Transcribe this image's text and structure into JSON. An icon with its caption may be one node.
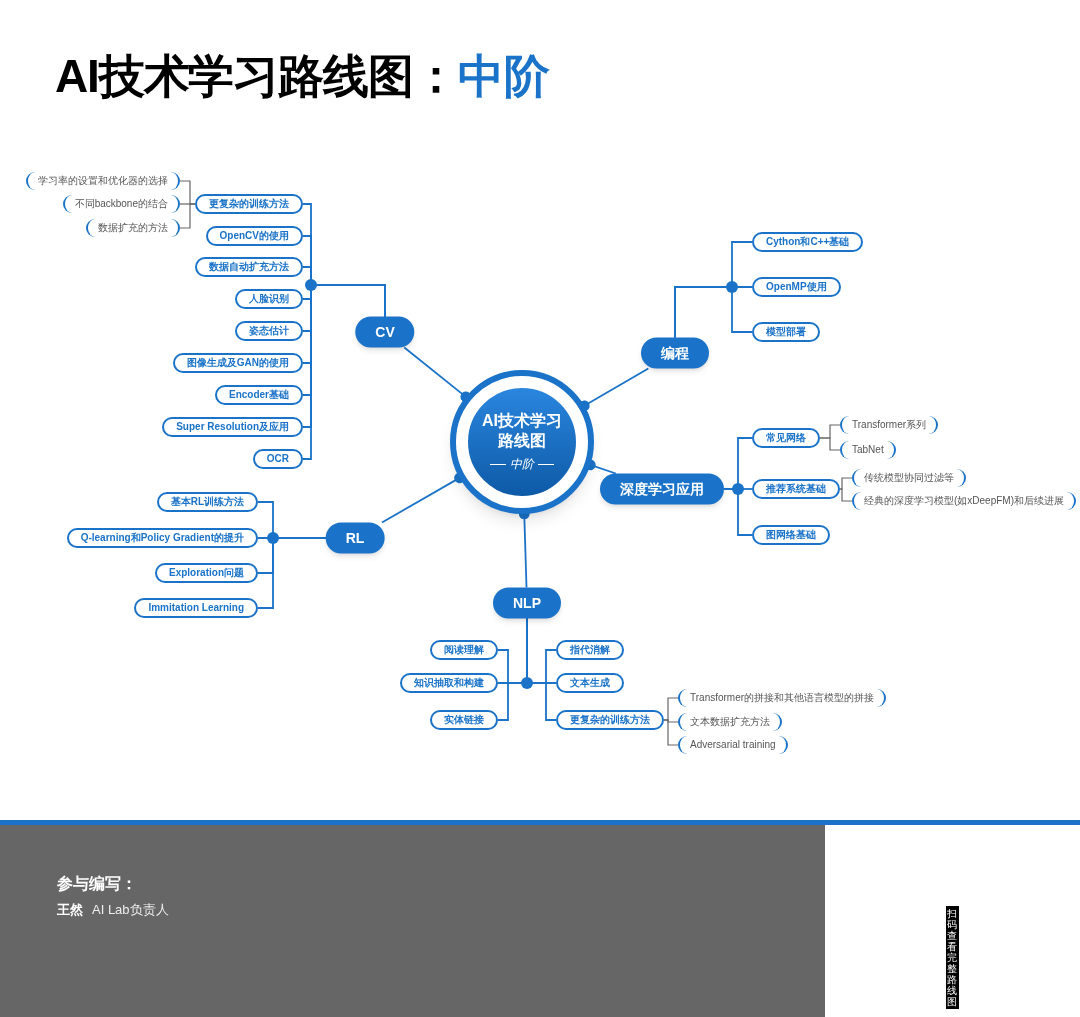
{
  "diagram": {
    "title": "AI技术学习路线图：",
    "nodes": [
      {
        "text": [
          "AI技术学习路线图",
          "中阶"
        ]
      },
      {
        "text": [
          "CV"
        ]
      },
      {
        "text": [
          "编程"
        ]
      },
      {
        "text": [
          "深度学习应用"
        ]
      },
      {
        "text": [
          "RL"
        ]
      },
      {
        "text": [
          "NLP"
        ]
      },
      {
        "text": [
          "更复杂的训练方法"
        ]
      },
      {
        "text": [
          "学习率的设置和优化器的选择"
        ]
      },
      {
        "text": [
          "不同backbone的结合"
        ]
      },
      {
        "text": [
          "数据扩充的方法"
        ]
      },
      {
        "text": [
          "OpenCV的使用"
        ]
      },
      {
        "text": [
          "数据自动扩充方法"
        ]
      },
      {
        "text": [
          "人脸识别"
        ]
      },
      {
        "text": [
          "姿态估计"
        ]
      },
      {
        "text": [
          "图像生成及GAN的使用"
        ]
      },
      {
        "text": [
          "Encoder基础"
        ]
      },
      {
        "text": [
          "Super Resolution及应用"
        ]
      },
      {
        "text": [
          "OCR"
        ]
      },
      {
        "text": [
          "Cython和C++基础"
        ]
      },
      {
        "text": [
          "OpenMP使用"
        ]
      },
      {
        "text": [
          "模型部署"
        ]
      },
      {
        "text": [
          "常见网络"
        ]
      },
      {
        "text": [
          "Transformer系列"
        ]
      },
      {
        "text": [
          "TabNet"
        ]
      },
      {
        "text": [
          "推荐系统基础"
        ]
      },
      {
        "text": [
          "传统模型协同过滤等"
        ]
      },
      {
        "text": [
          "经典的深度学习模型(如xDeepFM)和后续进展"
        ]
      },
      {
        "text": [
          "图网络基础"
        ]
      },
      {
        "text": [
          "基本RL训练方法"
        ]
      },
      {
        "text": [
          "Q-learning和Policy Gradient的提升"
        ]
      },
      {
        "text": [
          "Exploration问题"
        ]
      },
      {
        "text": [
          "Immitation Learning"
        ]
      },
      {
        "text": [
          "阅读理解"
        ]
      },
      {
        "text": [
          "知识抽取和构建"
        ]
      },
      {
        "text": [
          "实体链接"
        ]
      },
      {
        "text": [
          "指代消解"
        ]
      },
      {
        "text": [
          "文本生成"
        ]
      },
      {
        "text": [
          "更复杂的训练方法"
        ]
      },
      {
        "text": [
          "Transformer的拼接和其他语言模型的拼接"
        ]
      },
      {
        "text": [
          "文本数据扩充方法"
        ]
      },
      {
        "text": [
          "Adversarial training"
        ]
      }
    ],
    "edges": [
      {
        "from": 0,
        "to": 1,
        "arrow": "other"
      },
      {
        "from": 0,
        "to": 2,
        "arrow": "other"
      },
      {
        "from": 0,
        "to": 3,
        "arrow": "other"
      },
      {
        "from": 0,
        "to": 4,
        "arrow": "other"
      },
      {
        "from": 0,
        "to": 5,
        "arrow": "other"
      },
      {
        "from": 1,
        "to": 6,
        "arrow": "none"
      },
      {
        "from": 1,
        "to": 10,
        "arrow": "none"
      },
      {
        "from": 1,
        "to": 11,
        "arrow": "none"
      },
      {
        "from": 1,
        "to": 12,
        "arrow": "none"
      },
      {
        "from": 1,
        "to": 13,
        "arrow": "none"
      },
      {
        "from": 1,
        "to": 14,
        "arrow": "none"
      },
      {
        "from": 1,
        "to": 15,
        "arrow": "none"
      },
      {
        "from": 1,
        "to": 16,
        "arrow": "none"
      },
      {
        "from": 1,
        "to": 17,
        "arrow": "none"
      },
      {
        "from": 6,
        "to": 7,
        "arrow": "none",
        "color": "#666666"
      },
      {
        "from": 6,
        "to": 8,
        "arrow": "none",
        "color": "#666666"
      },
      {
        "from": 6,
        "to": 9,
        "arrow": "none",
        "color": "#666666"
      },
      {
        "from": 2,
        "to": 18,
        "arrow": "none"
      },
      {
        "from": 2,
        "to": 19,
        "arrow": "none"
      },
      {
        "from": 2,
        "to": 20,
        "arrow": "none"
      },
      {
        "from": 3,
        "to": 21,
        "arrow": "none"
      },
      {
        "from": 3,
        "to": 24,
        "arrow": "none"
      },
      {
        "from": 3,
        "to": 27,
        "arrow": "none"
      },
      {
        "from": 21,
        "to": 22,
        "arrow": "none",
        "color": "#666666"
      },
      {
        "from": 21,
        "to": 23,
        "arrow": "none",
        "color": "#666666"
      },
      {
        "from": 24,
        "to": 25,
        "arrow": "none",
        "color": "#666666"
      },
      {
        "from": 24,
        "to": 26,
        "arrow": "none",
        "color": "#666666"
      },
      {
        "from": 4,
        "to": 28,
        "arrow": "none"
      },
      {
        "from": 4,
        "to": 29,
        "arrow": "none"
      },
      {
        "from": 4,
        "to": 30,
        "arrow": "none"
      },
      {
        "from": 4,
        "to": 31,
        "arrow": "none"
      },
      {
        "from": 5,
        "to": 32,
        "arrow": "none"
      },
      {
        "from": 5,
        "to": 33,
        "arrow": "none"
      },
      {
        "from": 5,
        "to": 34,
        "arrow": "none"
      },
      {
        "from": 5,
        "to": 35,
        "arrow": "none"
      },
      {
        "from": 5,
        "to": 36,
        "arrow": "none"
      },
      {
        "from": 5,
        "to": 37,
        "arrow": "none"
      },
      {
        "from": 37,
        "to": 38,
        "arrow": "none",
        "color": "#666666"
      },
      {
        "from": 37,
        "to": 39,
        "arrow": "none",
        "color": "#666666"
      },
      {
        "from": 37,
        "to": 40,
        "arrow": "none",
        "color": "#666666"
      }
    ],
    "labels": [
      "中阶",
      "参与编写：",
      "王然",
      "AI Lab负责人",
      "扫码查看完整路线图"
    ]
  }
}
